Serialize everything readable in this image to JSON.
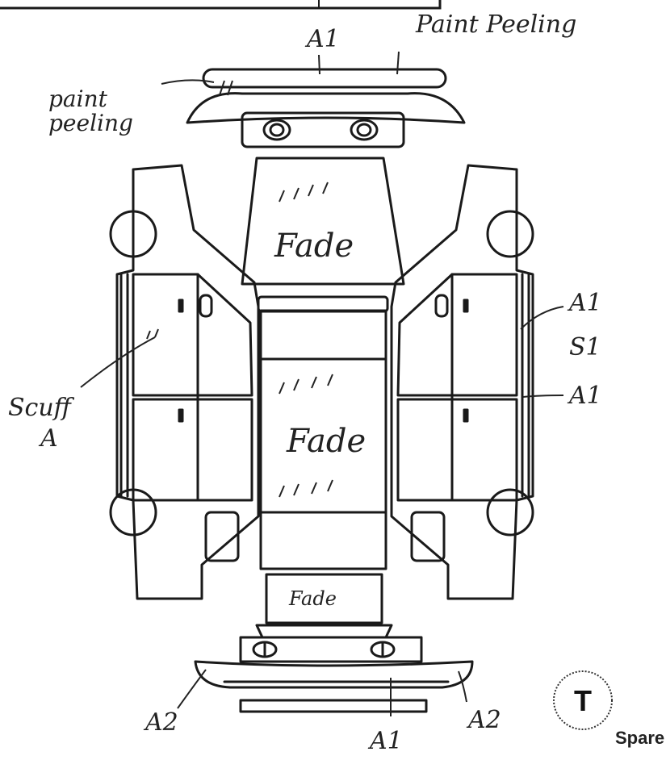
{
  "annotations": {
    "rear_bumper_code": "A1",
    "rear_bumper_paint": "Paint Peeling",
    "rear_bumper_paint_left": "paint peeling",
    "rear_glass": "Fade",
    "roof": "Fade",
    "windshield": "Fade",
    "left_door": "Scuff A",
    "right_rear_door_code": "A1",
    "right_rear_door_code2": "S1",
    "right_front_door_code": "A1",
    "front_bumper_left": "A2",
    "front_bumper_center": "A1",
    "front_bumper_right": "A2"
  },
  "spare": {
    "icon_letter": "T",
    "label": "Spare"
  },
  "colors": {
    "line": "#1a1a1a",
    "ink": "#222222"
  }
}
